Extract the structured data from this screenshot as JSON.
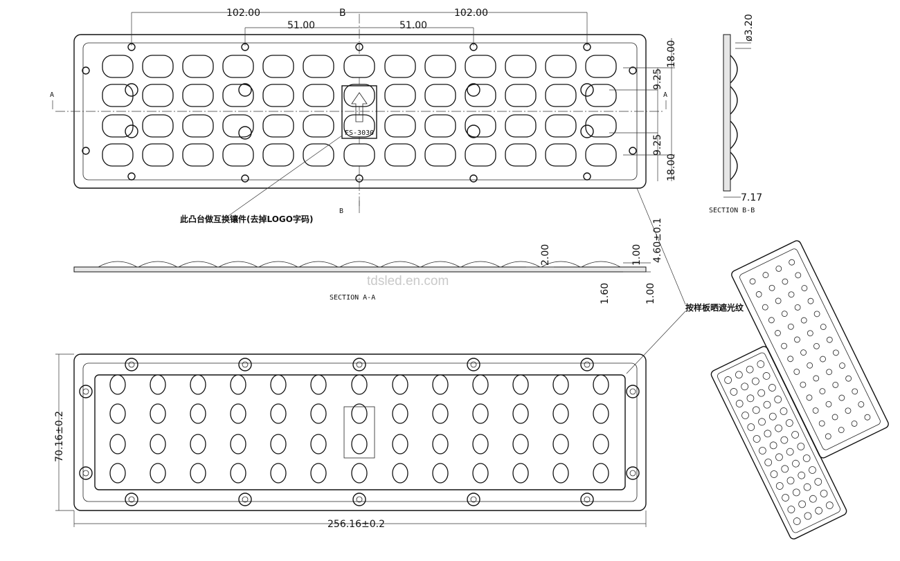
{
  "drawing": {
    "top_view": {
      "dim_top_left": "102.00",
      "dim_top_right": "102.00",
      "dim_mid_left": "51.00",
      "dim_mid_right": "51.00",
      "section_b_marker": "B",
      "section_a_marker": "A",
      "logo_label": "FS-3030",
      "dim_right_18_top": "18.00",
      "dim_right_925_top": "9.25",
      "dim_right_925_bottom": "9.25",
      "dim_right_18_bottom": "18.00",
      "dim_thickness": "4.60±0.1"
    },
    "note_boss": "此凸台做互换镶件(去掉LOGO字码)",
    "note_texture": "按样板晒遮光纹",
    "section_bb": {
      "title": "SECTION B-B",
      "dim_hole": "ø3.20",
      "dim_depth": "7.17"
    },
    "section_aa": {
      "title": "SECTION A-A",
      "dim_200": "2.00",
      "dim_100_top": "1.00",
      "dim_160": "1.60",
      "dim_100_bottom": "1.00"
    },
    "bottom_view": {
      "dim_height": "70.16±0.2",
      "dim_width": "256.16±0.2"
    },
    "watermark": "tdsled.en.com"
  }
}
